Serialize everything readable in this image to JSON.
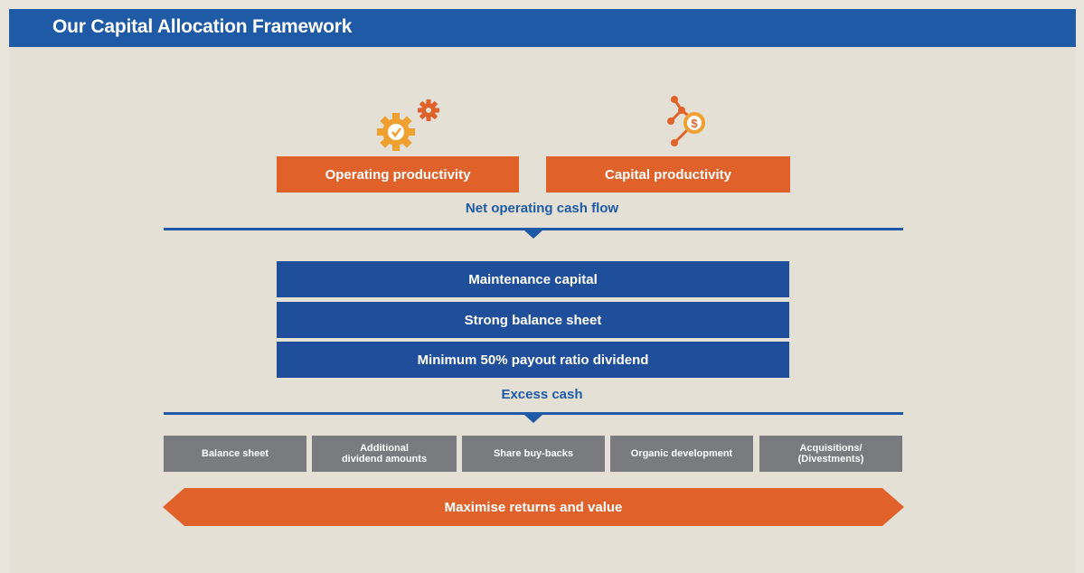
{
  "header": {
    "title": "Our Capital Allocation Framework"
  },
  "colors": {
    "banner": "#1f5aa6",
    "orange": "#e0622a",
    "navy": "#1f4f9a",
    "grey": "#7a7b7e",
    "gear_light": "#f0a030",
    "background": "#e4e0d6"
  },
  "icons": {
    "operating": "gears-check-icon",
    "capital": "network-dollar-icon"
  },
  "inputs": {
    "operating_label": "Operating productivity",
    "capital_label": "Capital productivity"
  },
  "flow": {
    "net_cash_label": "Net operating cash flow",
    "excess_cash_label": "Excess cash"
  },
  "priorities": [
    "Maintenance capital",
    "Strong balance sheet",
    "Minimum 50% payout ratio dividend"
  ],
  "uses": [
    "Balance sheet",
    "Additional\ndividend amounts",
    "Share buy-backs",
    "Organic development",
    "Acquisitions/\n(Divestments)"
  ],
  "outcome": {
    "label": "Maximise returns and value"
  }
}
